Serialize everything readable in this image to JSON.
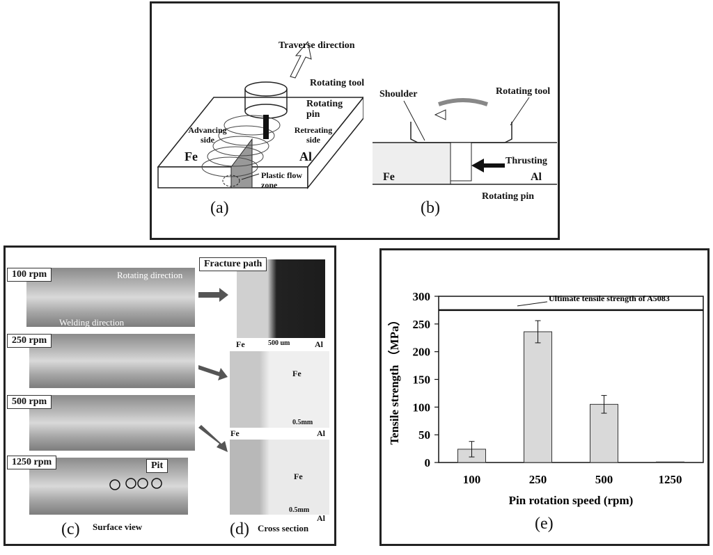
{
  "panel_a": {
    "label": "(a)",
    "traverse": "Traverse direction",
    "rotating_tool": "Rotating tool",
    "rotating_pin": "Rotating pin",
    "advancing": "Advancing side",
    "retreating": "Retreating side",
    "fe": "Fe",
    "al": "Al",
    "plastic": "Plastic flow zone"
  },
  "panel_b": {
    "label": "(b)",
    "shoulder": "Shoulder",
    "rotating_tool": "Rotating tool",
    "thrusting": "Thrusting",
    "fe": "Fe",
    "al": "Al",
    "rotating_pin": "Rotating pin"
  },
  "panel_c": {
    "label": "(c)",
    "caption": "Surface view",
    "rows": [
      "100 rpm",
      "250 rpm",
      "500 rpm",
      "1250 rpm"
    ],
    "rotating_direction": "Rotating direction",
    "welding_direction": "Welding direction",
    "pit": "Pit"
  },
  "panel_d": {
    "label": "(d)",
    "caption": "Cross section",
    "fracture_path": "Fracture path",
    "fe": "Fe",
    "al": "Al",
    "scale_500um": "500 um",
    "scale_05mm": "0.5mm"
  },
  "panel_e": {
    "label": "(e)"
  },
  "chart_data": {
    "type": "bar",
    "categories": [
      "100",
      "250",
      "500",
      "1250"
    ],
    "values": [
      24,
      236,
      105,
      1
    ],
    "errors": [
      14,
      20,
      16,
      0
    ],
    "xlabel": "Pin rotation speed (rpm)",
    "ylabel": "Tensile strength （MPa）",
    "ylim": [
      0,
      300
    ],
    "yticks": [
      "0",
      "50",
      "100",
      "150",
      "200",
      "250",
      "300"
    ],
    "reference_line": {
      "value": 275,
      "label": "Ultimate tensile strength of A5083"
    },
    "grid": false,
    "colors": {
      "bar": "#d9d9d9",
      "edge": "#333333"
    }
  }
}
